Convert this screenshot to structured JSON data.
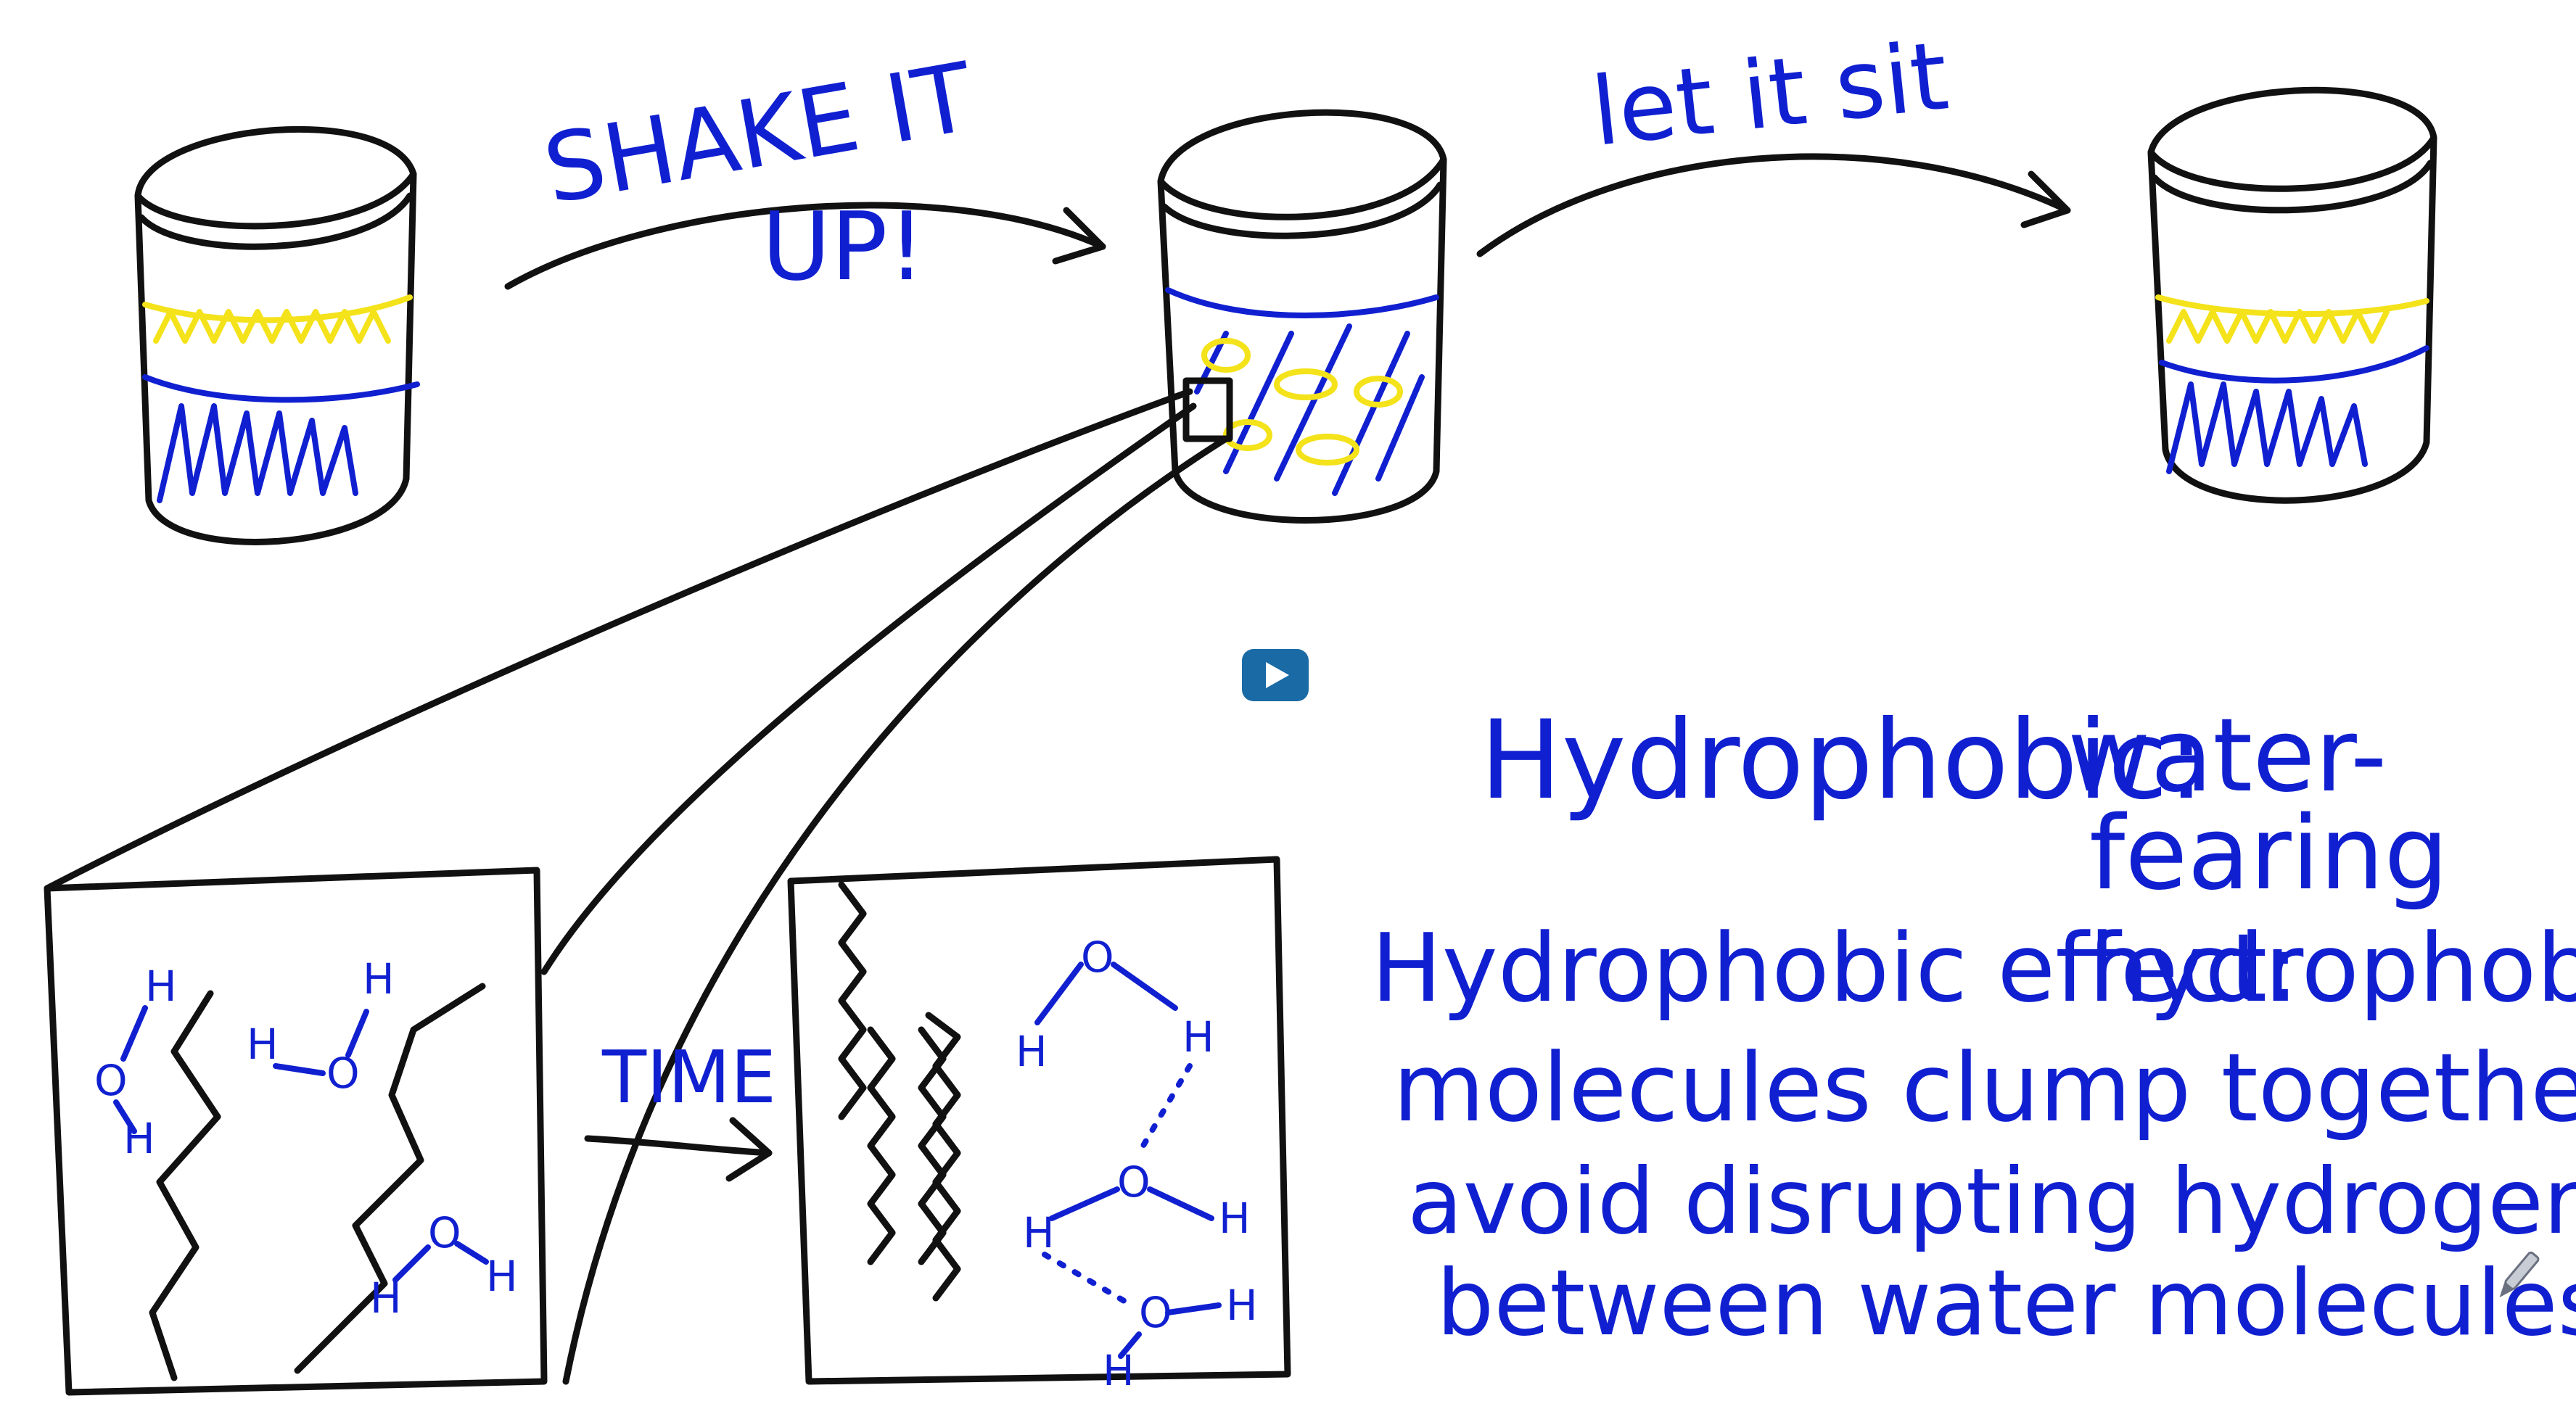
{
  "colors": {
    "ink": "#111111",
    "water_blue": "#1020d0",
    "oil_yellow": "#f4e21a",
    "play_button": "#1a6aa5",
    "background": "#ffffff"
  },
  "arrows": {
    "shake_line1": "SHAKE IT",
    "shake_line2": "UP!",
    "sit_label": "let it sit",
    "time_label": "TIME"
  },
  "definitions": {
    "hydrophobic_term": "Hydrophobic:",
    "hydrophobic_def_line1": "water-",
    "hydrophobic_def_line2": "fearing",
    "effect_term": "Hydrophobic effect:",
    "effect_def_line1": "hydrophobic",
    "effect_def_line2": "molecules clump together to",
    "effect_def_line3": "avoid disrupting hydrogen bonds",
    "effect_def_line4": "between water molecules"
  },
  "atoms": {
    "oxygen": "O",
    "hydrogen": "H"
  },
  "controls": {
    "play_icon": "play-icon",
    "pen_icon": "pen-icon"
  }
}
